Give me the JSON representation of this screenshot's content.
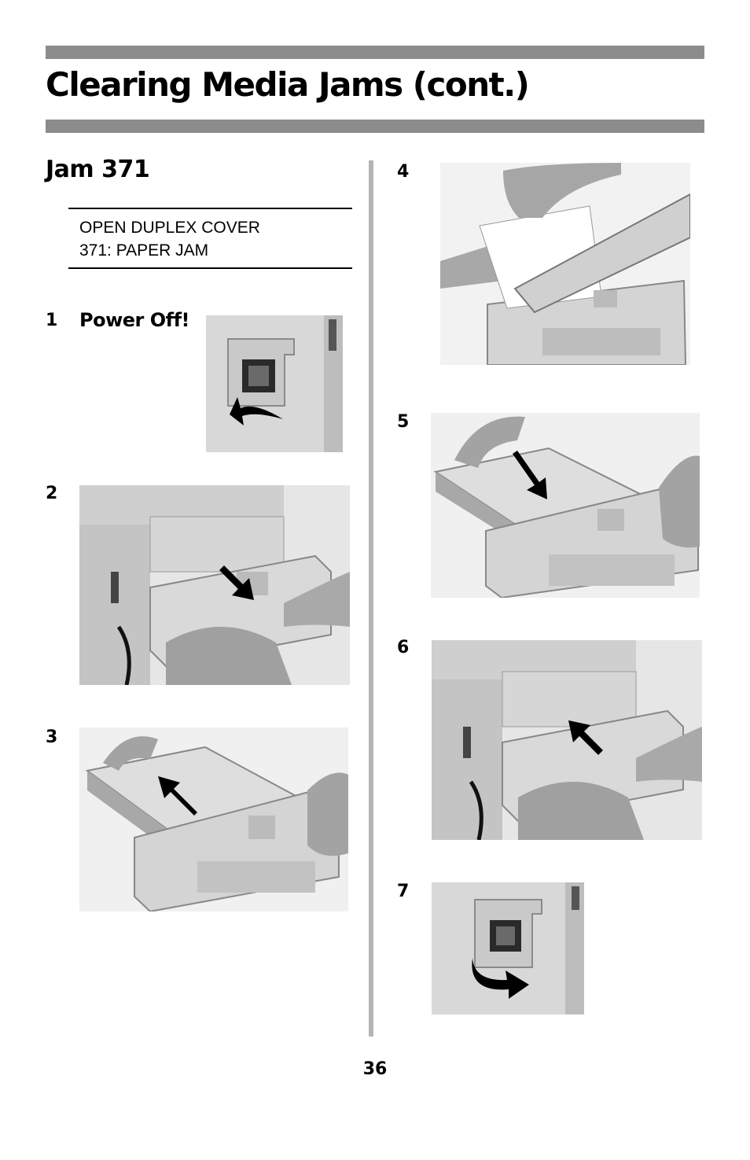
{
  "header": {
    "title": "Clearing Media Jams (cont.)"
  },
  "section": {
    "title": "Jam 371"
  },
  "message": {
    "line1": "OPEN DUPLEX COVER",
    "line2": "371: PAPER JAM"
  },
  "steps": [
    {
      "number": "1",
      "label": "Power Off!"
    },
    {
      "number": "2"
    },
    {
      "number": "3"
    },
    {
      "number": "4"
    },
    {
      "number": "5"
    },
    {
      "number": "6"
    },
    {
      "number": "7"
    }
  ],
  "footer": {
    "page_number": "36"
  },
  "colors": {
    "rule_bar": "#8c8c8c",
    "column_divider": "#b4b4b4",
    "printer_body": "#dcdcdc"
  }
}
